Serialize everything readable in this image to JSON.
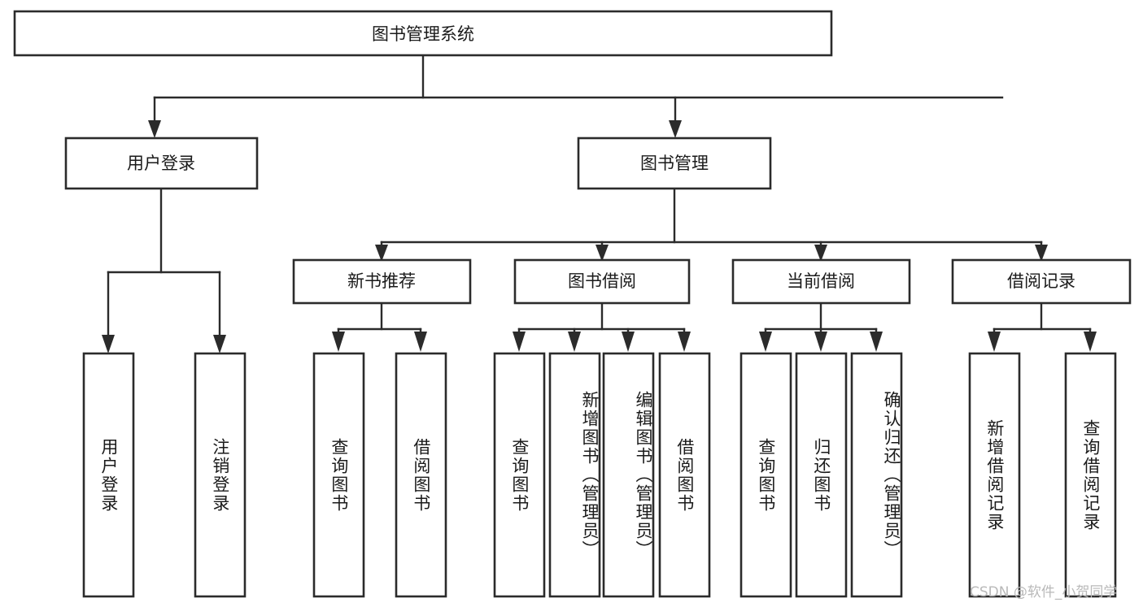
{
  "diagram": {
    "type": "tree-hierarchy",
    "title": "图书管理系统",
    "levels": [
      {
        "level": 1,
        "nodes": [
          {
            "id": "root",
            "label": "图书管理系统",
            "orientation": "horizontal"
          }
        ]
      },
      {
        "level": 2,
        "nodes": [
          {
            "id": "user-login",
            "label": "用户登录",
            "orientation": "horizontal",
            "parent": "root"
          },
          {
            "id": "book-manage",
            "label": "图书管理",
            "orientation": "horizontal",
            "parent": "root"
          }
        ]
      },
      {
        "level": 3,
        "nodes": [
          {
            "id": "new-book-rec",
            "label": "新书推荐",
            "orientation": "horizontal",
            "parent": "book-manage"
          },
          {
            "id": "book-borrow",
            "label": "图书借阅",
            "orientation": "horizontal",
            "parent": "book-manage"
          },
          {
            "id": "current-borrow",
            "label": "当前借阅",
            "orientation": "horizontal",
            "parent": "book-manage"
          },
          {
            "id": "borrow-record",
            "label": "借阅记录",
            "orientation": "horizontal",
            "parent": "book-manage"
          }
        ]
      },
      {
        "level": 4,
        "nodes": [
          {
            "id": "leaf-user-login",
            "label": "用户登录",
            "orientation": "vertical",
            "parent": "user-login"
          },
          {
            "id": "leaf-logout",
            "label": "注销登录",
            "orientation": "vertical",
            "parent": "user-login"
          },
          {
            "id": "leaf-query-book-1",
            "label": "查询图书",
            "orientation": "vertical",
            "parent": "new-book-rec"
          },
          {
            "id": "leaf-borrow-book-1",
            "label": "借阅图书",
            "orientation": "vertical",
            "parent": "new-book-rec"
          },
          {
            "id": "leaf-query-book-2",
            "label": "查询图书",
            "orientation": "vertical",
            "parent": "book-borrow"
          },
          {
            "id": "leaf-add-book",
            "label": "新增图书（管理员）",
            "orientation": "vertical",
            "parent": "book-borrow"
          },
          {
            "id": "leaf-edit-book",
            "label": "编辑图书（管理员）",
            "orientation": "vertical",
            "parent": "book-borrow"
          },
          {
            "id": "leaf-borrow-book-2",
            "label": "借阅图书",
            "orientation": "vertical",
            "parent": "book-borrow"
          },
          {
            "id": "leaf-query-book-3",
            "label": "查询图书",
            "orientation": "vertical",
            "parent": "current-borrow"
          },
          {
            "id": "leaf-return-book",
            "label": "归还图书",
            "orientation": "vertical",
            "parent": "current-borrow"
          },
          {
            "id": "leaf-confirm-return",
            "label": "确认归还（管理员）",
            "orientation": "vertical",
            "parent": "current-borrow"
          },
          {
            "id": "leaf-add-record",
            "label": "新增借阅记录",
            "orientation": "vertical",
            "parent": "borrow-record"
          },
          {
            "id": "leaf-query-record",
            "label": "查询借阅记录",
            "orientation": "vertical",
            "parent": "borrow-record"
          }
        ]
      }
    ],
    "colors": {
      "box_stroke": "#2b2b2b",
      "box_fill": "#ffffff",
      "connector": "#2b2b2b",
      "text": "#1a1a1a",
      "background": "#ffffff",
      "watermark": "#b9b9b9"
    }
  },
  "watermark": {
    "text": "CSDN @软件_小贺同学"
  }
}
